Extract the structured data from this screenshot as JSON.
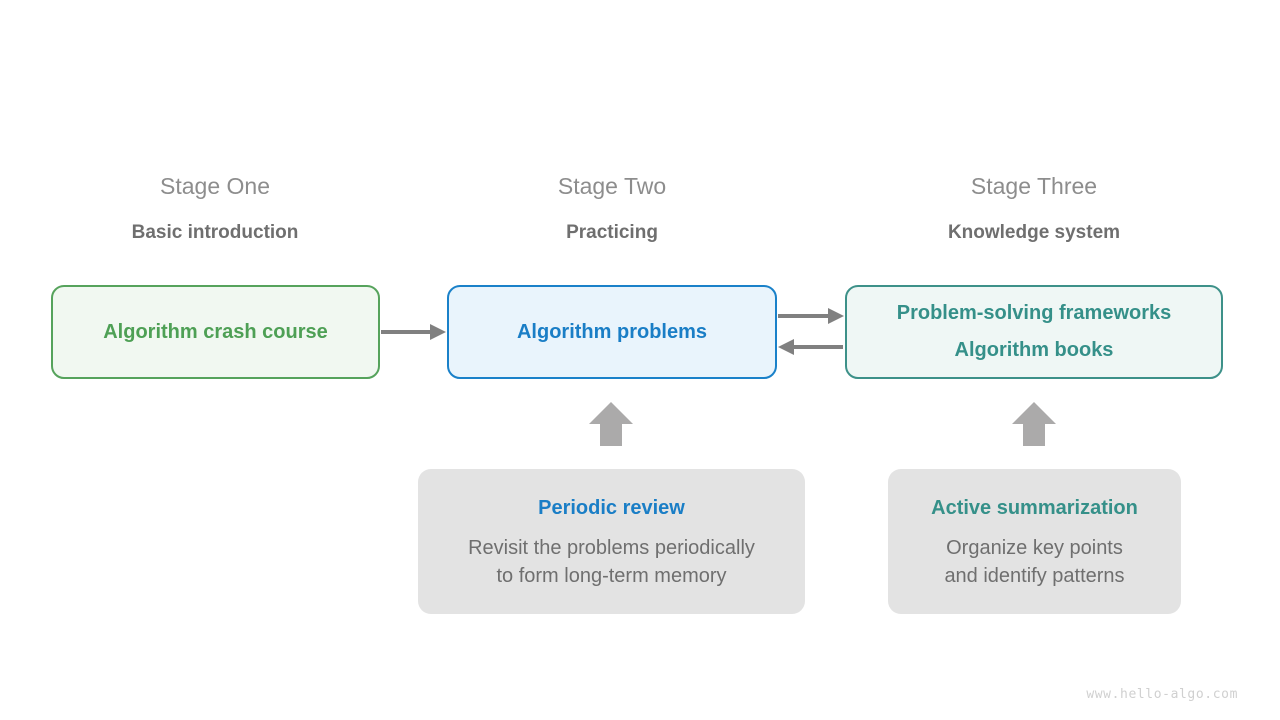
{
  "page": {
    "background_color": "#ffffff",
    "watermark": "www.hello-algo.com"
  },
  "colors": {
    "green": "#4ea055",
    "green_border": "#56a35c",
    "green_fill": "#f1f8f1",
    "blue": "#1a7ec6",
    "blue_border": "#1a81c9",
    "blue_fill": "#e9f4fc",
    "teal": "#359089",
    "teal_border": "#3d9189",
    "teal_fill": "#eff7f5",
    "label_gray": "#8d8d8d",
    "text_gray": "#6f6f6f",
    "note_fill": "#e3e3e3",
    "arrow_gray": "#808080",
    "block_arrow_gray": "#abaaaa"
  },
  "stages": [
    {
      "title": "Stage One",
      "subtitle": "Basic introduction",
      "box_lines": [
        "Algorithm crash course"
      ],
      "accent": "green"
    },
    {
      "title": "Stage Two",
      "subtitle": "Practicing",
      "box_lines": [
        "Algorithm problems"
      ],
      "accent": "blue"
    },
    {
      "title": "Stage Three",
      "subtitle": "Knowledge system",
      "box_lines": [
        "Problem-solving frameworks",
        "Algorithm books"
      ],
      "accent": "teal"
    }
  ],
  "notes": [
    {
      "title": "Periodic review",
      "accent": "blue",
      "body_lines": [
        "Revisit the problems periodically",
        "to form long-term memory"
      ]
    },
    {
      "title": "Active summarization",
      "accent": "teal",
      "body_lines": [
        "Organize key points",
        "and identify patterns"
      ]
    }
  ],
  "arrows": [
    {
      "name": "stage-one-to-stage-two",
      "direction": "right"
    },
    {
      "name": "stage-two-to-stage-three",
      "direction": "right"
    },
    {
      "name": "stage-three-to-stage-two",
      "direction": "left"
    },
    {
      "name": "periodic-review-to-stage-two",
      "direction": "up"
    },
    {
      "name": "active-summarization-to-stage-three",
      "direction": "up"
    }
  ]
}
